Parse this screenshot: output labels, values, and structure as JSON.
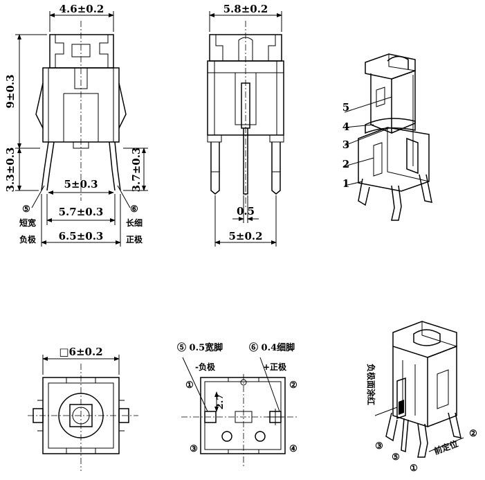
{
  "front_view": {
    "width_top": "4.6±0.2",
    "height": "9±0.3",
    "lead_height_left": "3.3±0.3",
    "lead_height_right": "3.7±0.3",
    "pitch_inner": "5±0.3",
    "pitch_mid": "5.7±0.3",
    "pitch_outer": "6.5±0.3",
    "label_5": "⑤",
    "label_6": "⑥",
    "note_short_wide": "短宽",
    "note_negative": "负极",
    "note_long_thin": "长细",
    "note_positive": "正极"
  },
  "side_view": {
    "width_top": "5.8±0.2",
    "pin_width": "0.5",
    "pitch": "5±0.2"
  },
  "exploded_view": {
    "parts": [
      "5",
      "4",
      "3",
      "2",
      "1"
    ]
  },
  "top_view": {
    "size": "□6±0.2"
  },
  "pad_view": {
    "pin5": "⑤ 0.5宽脚",
    "pin6": "⑥ 0.4细脚",
    "negative": "-负极",
    "positive": "+正极",
    "dim_27": "2.7",
    "n1": "①",
    "n2": "②",
    "n3": "③",
    "n4": "④"
  },
  "iso_view": {
    "vertical_note": "负极面涂红",
    "front_note": "前定位",
    "n1": "①",
    "n2": "②",
    "n3": "③",
    "n5": "⑤"
  }
}
